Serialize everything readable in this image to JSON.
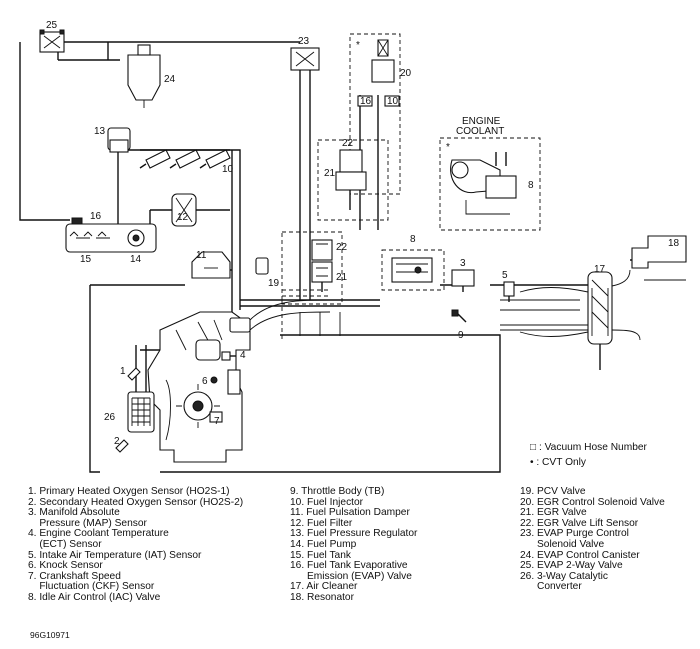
{
  "callouts": {
    "c1": "1",
    "c2": "2",
    "c3": "3",
    "c4": "4",
    "c5": "5",
    "c6": "6",
    "c7": "7",
    "c8a": "8",
    "c8b": "8",
    "c9": "9",
    "c10": "10",
    "c11": "11",
    "c12": "12",
    "c13": "13",
    "c14": "14",
    "c15": "15",
    "c16": "16",
    "c17": "17",
    "c18": "18",
    "c19": "19",
    "c20": "20",
    "c21a": "21",
    "c21b": "21",
    "c22a": "22",
    "c22b": "22",
    "c23": "23",
    "c24": "24",
    "c25": "25",
    "c26": "26",
    "hose16": "16",
    "hose10": "10",
    "star_a": "*",
    "star_b": "*",
    "engine_coolant_1": "ENGINE",
    "engine_coolant_2": "COOLANT"
  },
  "key": {
    "vacuum_hose": "□ : Vacuum Hose Number",
    "cvt_only": "• : CVT Only"
  },
  "legend": {
    "col1": [
      "1. Primary Heated Oxygen Sensor (HO2S-1)",
      "2. Secondary Heated Oxygen Sensor (HO2S-2)",
      "3. Manifold Absolute",
      "    Pressure (MAP) Sensor",
      "4. Engine Coolant Temperature",
      "    (ECT) Sensor",
      "5. Intake Air Temperature (IAT) Sensor",
      "6. Knock Sensor",
      "7. Crankshaft Speed",
      "    Fluctuation (CKF) Sensor",
      "8. Idle Air Control (IAC) Valve"
    ],
    "col2": [
      "9. Throttle Body (TB)",
      "10. Fuel Injector",
      "11. Fuel Pulsation Damper",
      "12. Fuel Filter",
      "13. Fuel Pressure Regulator",
      "14. Fuel Pump",
      "15. Fuel Tank",
      "16. Fuel Tank Evaporative",
      "      Emission (EVAP) Valve",
      "17. Air Cleaner",
      "18. Resonator"
    ],
    "col3": [
      "19. PCV Valve",
      "20. EGR Control Solenoid Valve",
      "21. EGR Valve",
      "22. EGR Valve Lift Sensor",
      "23. EVAP Purge Control",
      "      Solenoid Valve",
      "24. EVAP Control Canister",
      "25. EVAP 2-Way Valve",
      "26. 3-Way Catalytic",
      "      Converter"
    ]
  },
  "figure_code": "96G10971"
}
